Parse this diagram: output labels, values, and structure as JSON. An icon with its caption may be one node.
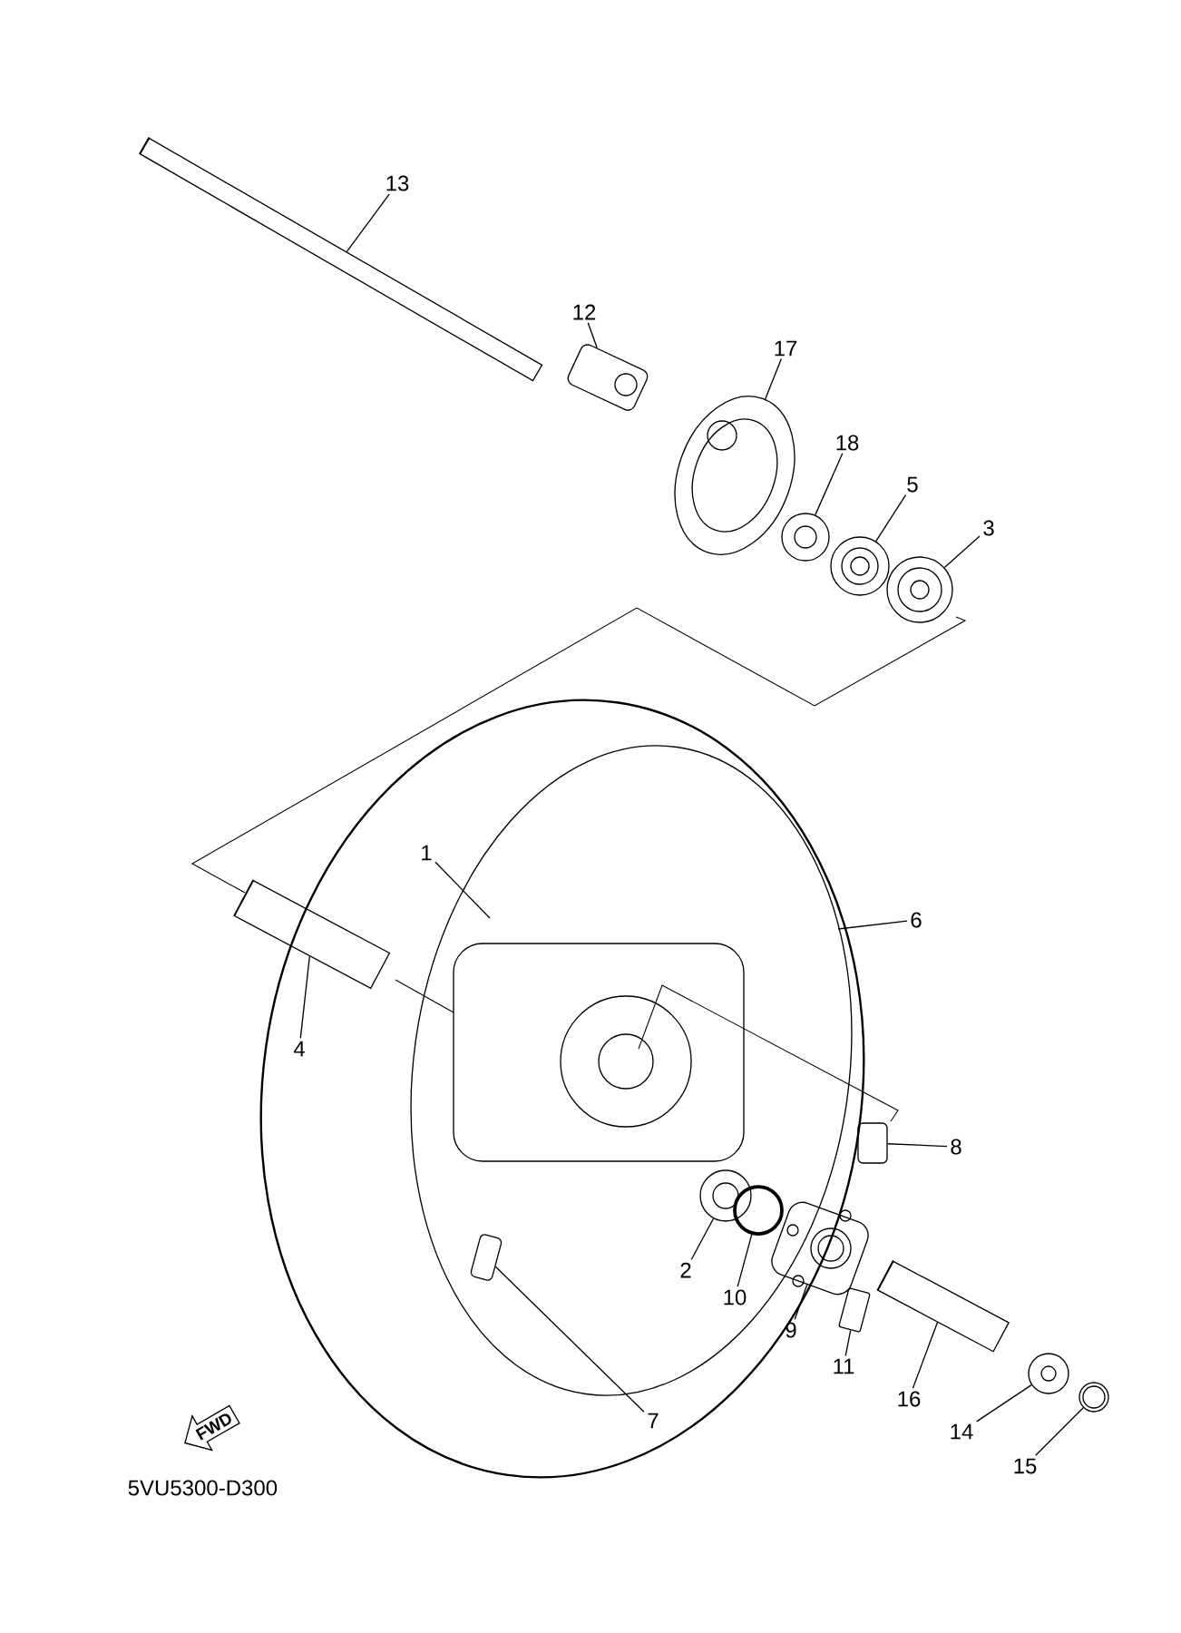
{
  "diagram": {
    "nodes": [
      {
        "text": [
          "13"
        ]
      },
      {
        "text": [
          "12"
        ]
      },
      {
        "text": [
          "17"
        ]
      },
      {
        "text": [
          "18"
        ]
      },
      {
        "text": [
          "5"
        ]
      },
      {
        "text": [
          "3"
        ]
      },
      {
        "text": [
          "1"
        ]
      },
      {
        "text": [
          "6"
        ]
      },
      {
        "text": [
          "4"
        ]
      },
      {
        "text": [
          "8"
        ]
      },
      {
        "text": [
          "2"
        ]
      },
      {
        "text": [
          "10"
        ]
      },
      {
        "text": [
          "9"
        ]
      },
      {
        "text": [
          "11"
        ]
      },
      {
        "text": [
          "16"
        ]
      },
      {
        "text": [
          "7"
        ]
      },
      {
        "text": [
          "14"
        ]
      },
      {
        "text": [
          "15"
        ]
      },
      {
        "text": [
          "FWD"
        ]
      },
      {
        "text": [],
        "shape": "bar"
      },
      {
        "text": [],
        "shape": "box"
      },
      {
        "text": [],
        "shape": "picture"
      },
      {
        "text": [],
        "shape": "circle"
      },
      {
        "text": [],
        "shape": "circle"
      },
      {
        "text": [],
        "shape": "circle"
      },
      {
        "text": [],
        "shape": "bar"
      },
      {
        "text": [],
        "shape": "box"
      },
      {
        "text": [],
        "shape": "circle"
      },
      {
        "text": [],
        "shape": "circle"
      },
      {
        "text": [],
        "shape": "picture"
      },
      {
        "text": [],
        "shape": "box"
      },
      {
        "text": [],
        "shape": "bar"
      },
      {
        "text": [],
        "shape": "box"
      },
      {
        "text": [],
        "shape": "circle"
      },
      {
        "text": [],
        "shape": "circle"
      }
    ],
    "edges": [
      {
        "from": 0,
        "to": 19,
        "arrow": "none"
      },
      {
        "from": 1,
        "to": 20,
        "arrow": "none"
      },
      {
        "from": 2,
        "to": 21,
        "arrow": "none"
      },
      {
        "from": 3,
        "to": 22,
        "arrow": "none"
      },
      {
        "from": 4,
        "to": 23,
        "arrow": "none"
      },
      {
        "from": 5,
        "to": 24,
        "arrow": "none"
      },
      {
        "from": 6,
        "to": null,
        "arrow": "none"
      },
      {
        "from": 7,
        "to": null,
        "arrow": "none"
      },
      {
        "from": 8,
        "to": 25,
        "arrow": "none"
      },
      {
        "from": 9,
        "to": 26,
        "arrow": "none"
      },
      {
        "from": 10,
        "to": 27,
        "arrow": "none"
      },
      {
        "from": 11,
        "to": 28,
        "arrow": "none"
      },
      {
        "from": 12,
        "to": 29,
        "arrow": "none"
      },
      {
        "from": 13,
        "to": 30,
        "arrow": "none"
      },
      {
        "from": 14,
        "to": 31,
        "arrow": "none"
      },
      {
        "from": 15,
        "to": 32,
        "arrow": "none"
      },
      {
        "from": 16,
        "to": 33,
        "arrow": "none"
      },
      {
        "from": 17,
        "to": 34,
        "arrow": "none"
      }
    ],
    "labels": [
      "5VU5300-D300"
    ]
  }
}
